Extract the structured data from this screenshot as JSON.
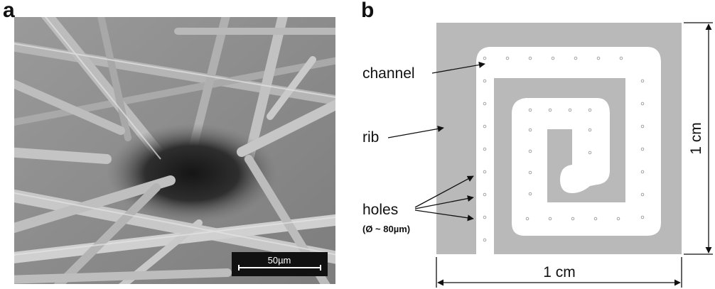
{
  "panel_a": {
    "letter": "a",
    "scale_bar_label": "50µm"
  },
  "panel_b": {
    "letter": "b",
    "labels": {
      "channel": "channel",
      "rib": "rib",
      "holes": "holes",
      "holes_diameter": "(Ø ~ 80µm)"
    },
    "dimension_width": "1 cm",
    "dimension_height": "1 cm"
  },
  "colors": {
    "rib_gray": "#b9b9b9",
    "channel_white": "#ffffff",
    "hole_gray": "#9a9a9a",
    "sem_base": "#8e8e8e"
  }
}
